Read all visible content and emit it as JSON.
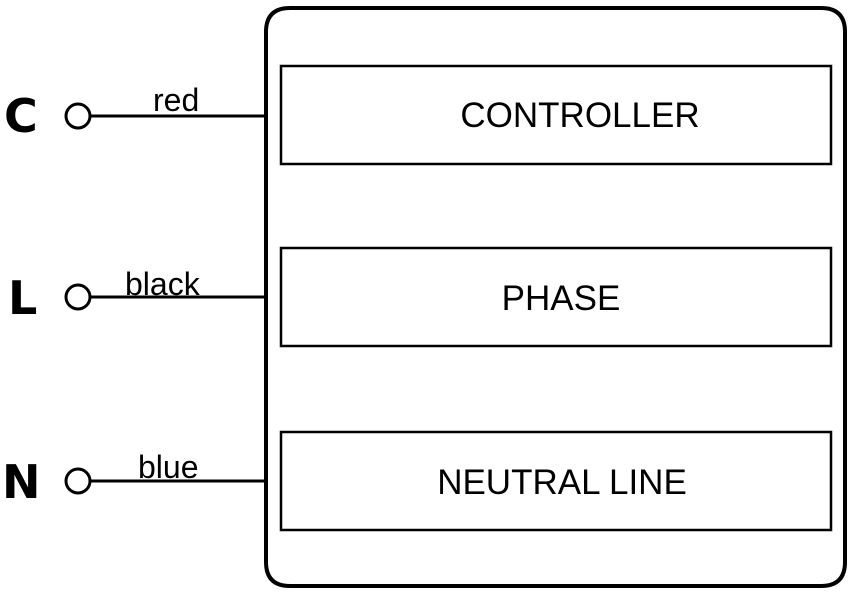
{
  "terminals": [
    {
      "letter": "C",
      "wire_color": "red",
      "block_label": "CONTROLLER"
    },
    {
      "letter": "L",
      "wire_color": "black",
      "block_label": "PHASE"
    },
    {
      "letter": "N",
      "wire_color": "blue",
      "block_label": "NEUTRAL LINE"
    }
  ],
  "colors": {
    "stroke": "#000000",
    "background": "#ffffff"
  }
}
